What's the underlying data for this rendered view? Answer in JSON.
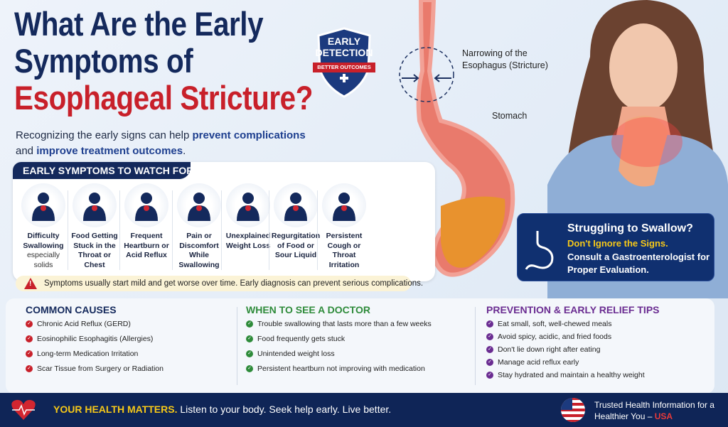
{
  "title": {
    "line1": "What Are the Early",
    "line2": "Symptoms of",
    "line3": "Esophageal Stricture?"
  },
  "subtitle": {
    "pre": "Recognizing the early signs can help ",
    "b1": "prevent complications",
    "mid": "and ",
    "b2": "improve treatment outcomes",
    "post": "."
  },
  "badge": {
    "line1": "EARLY",
    "line2": "DETECTION",
    "ribbon": "BETTER OUTCOMES",
    "icon": "plus-icon"
  },
  "diagram": {
    "narrowing": "Narrowing of the Esophagus (Stricture)",
    "stomach": "Stomach"
  },
  "symptoms": {
    "header": "EARLY SYMPTOMS TO WATCH FOR",
    "items": [
      {
        "label": "Difficulty Swallowing",
        "sub": "especially solids",
        "icon": "throat-pain-icon"
      },
      {
        "label": "Food Getting Stuck in the Throat or Chest",
        "sub": "",
        "icon": "chest-target-icon"
      },
      {
        "label": "Frequent Heartburn or Acid Reflux",
        "sub": "",
        "icon": "stomach-fire-icon"
      },
      {
        "label": "Pain or Discomfort While Swallowing",
        "sub": "",
        "icon": "neck-pain-icon"
      },
      {
        "label": "Unexplained Weight Loss",
        "sub": "",
        "icon": "scale-icon"
      },
      {
        "label": "Regurgitation of Food or Sour Liquid",
        "sub": "",
        "icon": "coughing-person-icon"
      },
      {
        "label": "Persistent Cough or Throat Irritation",
        "sub": "",
        "icon": "throat-irritation-icon"
      }
    ],
    "warning": "Symptoms usually start mild and get worse over time. Early diagnosis can prevent serious complications."
  },
  "callout": {
    "title": "Struggling to Swallow?",
    "highlight": "Don't Ignore the Signs.",
    "body": "Consult a Gastroenterologist for Proper Evaluation."
  },
  "causes": {
    "title": "COMMON CAUSES",
    "items": [
      "Chronic Acid Reflux (GERD)",
      "Eosinophilic Esophagitis (Allergies)",
      "Long-term Medication Irritation",
      "Scar Tissue from Surgery or Radiation"
    ]
  },
  "doctor": {
    "title": "WHEN TO SEE A DOCTOR",
    "items": [
      "Trouble swallowing that lasts more than a few weeks",
      "Food frequently gets stuck",
      "Unintended weight loss",
      "Persistent heartburn not improving with medication"
    ]
  },
  "tips": {
    "title": "PREVENTION & EARLY RELIEF TIPS",
    "items": [
      "Eat small, soft, well-chewed meals",
      "Avoid spicy, acidic, and fried foods",
      "Don't lie down right after eating",
      "Manage acid reflux early",
      "Stay hydrated and maintain a healthy weight"
    ]
  },
  "footer": {
    "headline": "YOUR HEALTH MATTERS.",
    "tagline": "Listen to your body. Seek help early. Live better.",
    "trust": "Trusted Health Information for a Healthier You –",
    "country": "USA"
  },
  "colors": {
    "navy": "#14295c",
    "red": "#c8202a",
    "green": "#2e8b3a",
    "purple": "#6a2c91",
    "yellow": "#f6c818"
  }
}
